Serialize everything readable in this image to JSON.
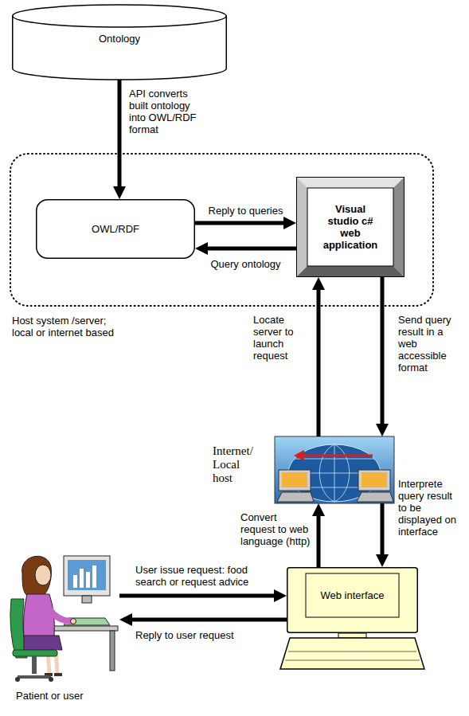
{
  "diagram": {
    "nodes": [
      {
        "text": [
          "Ontology"
        ]
      },
      {
        "text": [
          "Host system /server; local or internet based"
        ]
      },
      {
        "text": [
          "OWL/RDF"
        ],
        "in": 1
      },
      {
        "text": [
          "Visual studio c# web application"
        ],
        "in": 1
      },
      {
        "text": [
          "Internet/ Local host"
        ]
      },
      {
        "text": [
          "Web interface"
        ]
      },
      {
        "text": [
          "Patient or user"
        ]
      }
    ],
    "edges": [
      {
        "from": 0,
        "to": 2,
        "arrow": "to",
        "label": "API converts built ontology into OWL/RDF format"
      },
      {
        "from": 2,
        "to": 3,
        "arrow": "to",
        "label": "Reply to queries"
      },
      {
        "from": 3,
        "to": 2,
        "arrow": "to",
        "label": "Query ontology"
      },
      {
        "from": 4,
        "to": 3,
        "arrow": "to",
        "label": "Locate server to launch request"
      },
      {
        "from": 3,
        "to": 4,
        "arrow": "to",
        "label": "Send query result in a web accessible format"
      },
      {
        "from": 5,
        "to": 4,
        "arrow": "to",
        "label": "Convert request to web language (http)"
      },
      {
        "from": 4,
        "to": 5,
        "arrow": "to",
        "label": "Interprete query result to be displayed on interface"
      },
      {
        "from": 6,
        "to": 5,
        "arrow": "to",
        "label": "User issue request: food search or request advice"
      },
      {
        "from": 5,
        "to": 6,
        "arrow": "to",
        "label": "Reply to user request"
      }
    ]
  }
}
